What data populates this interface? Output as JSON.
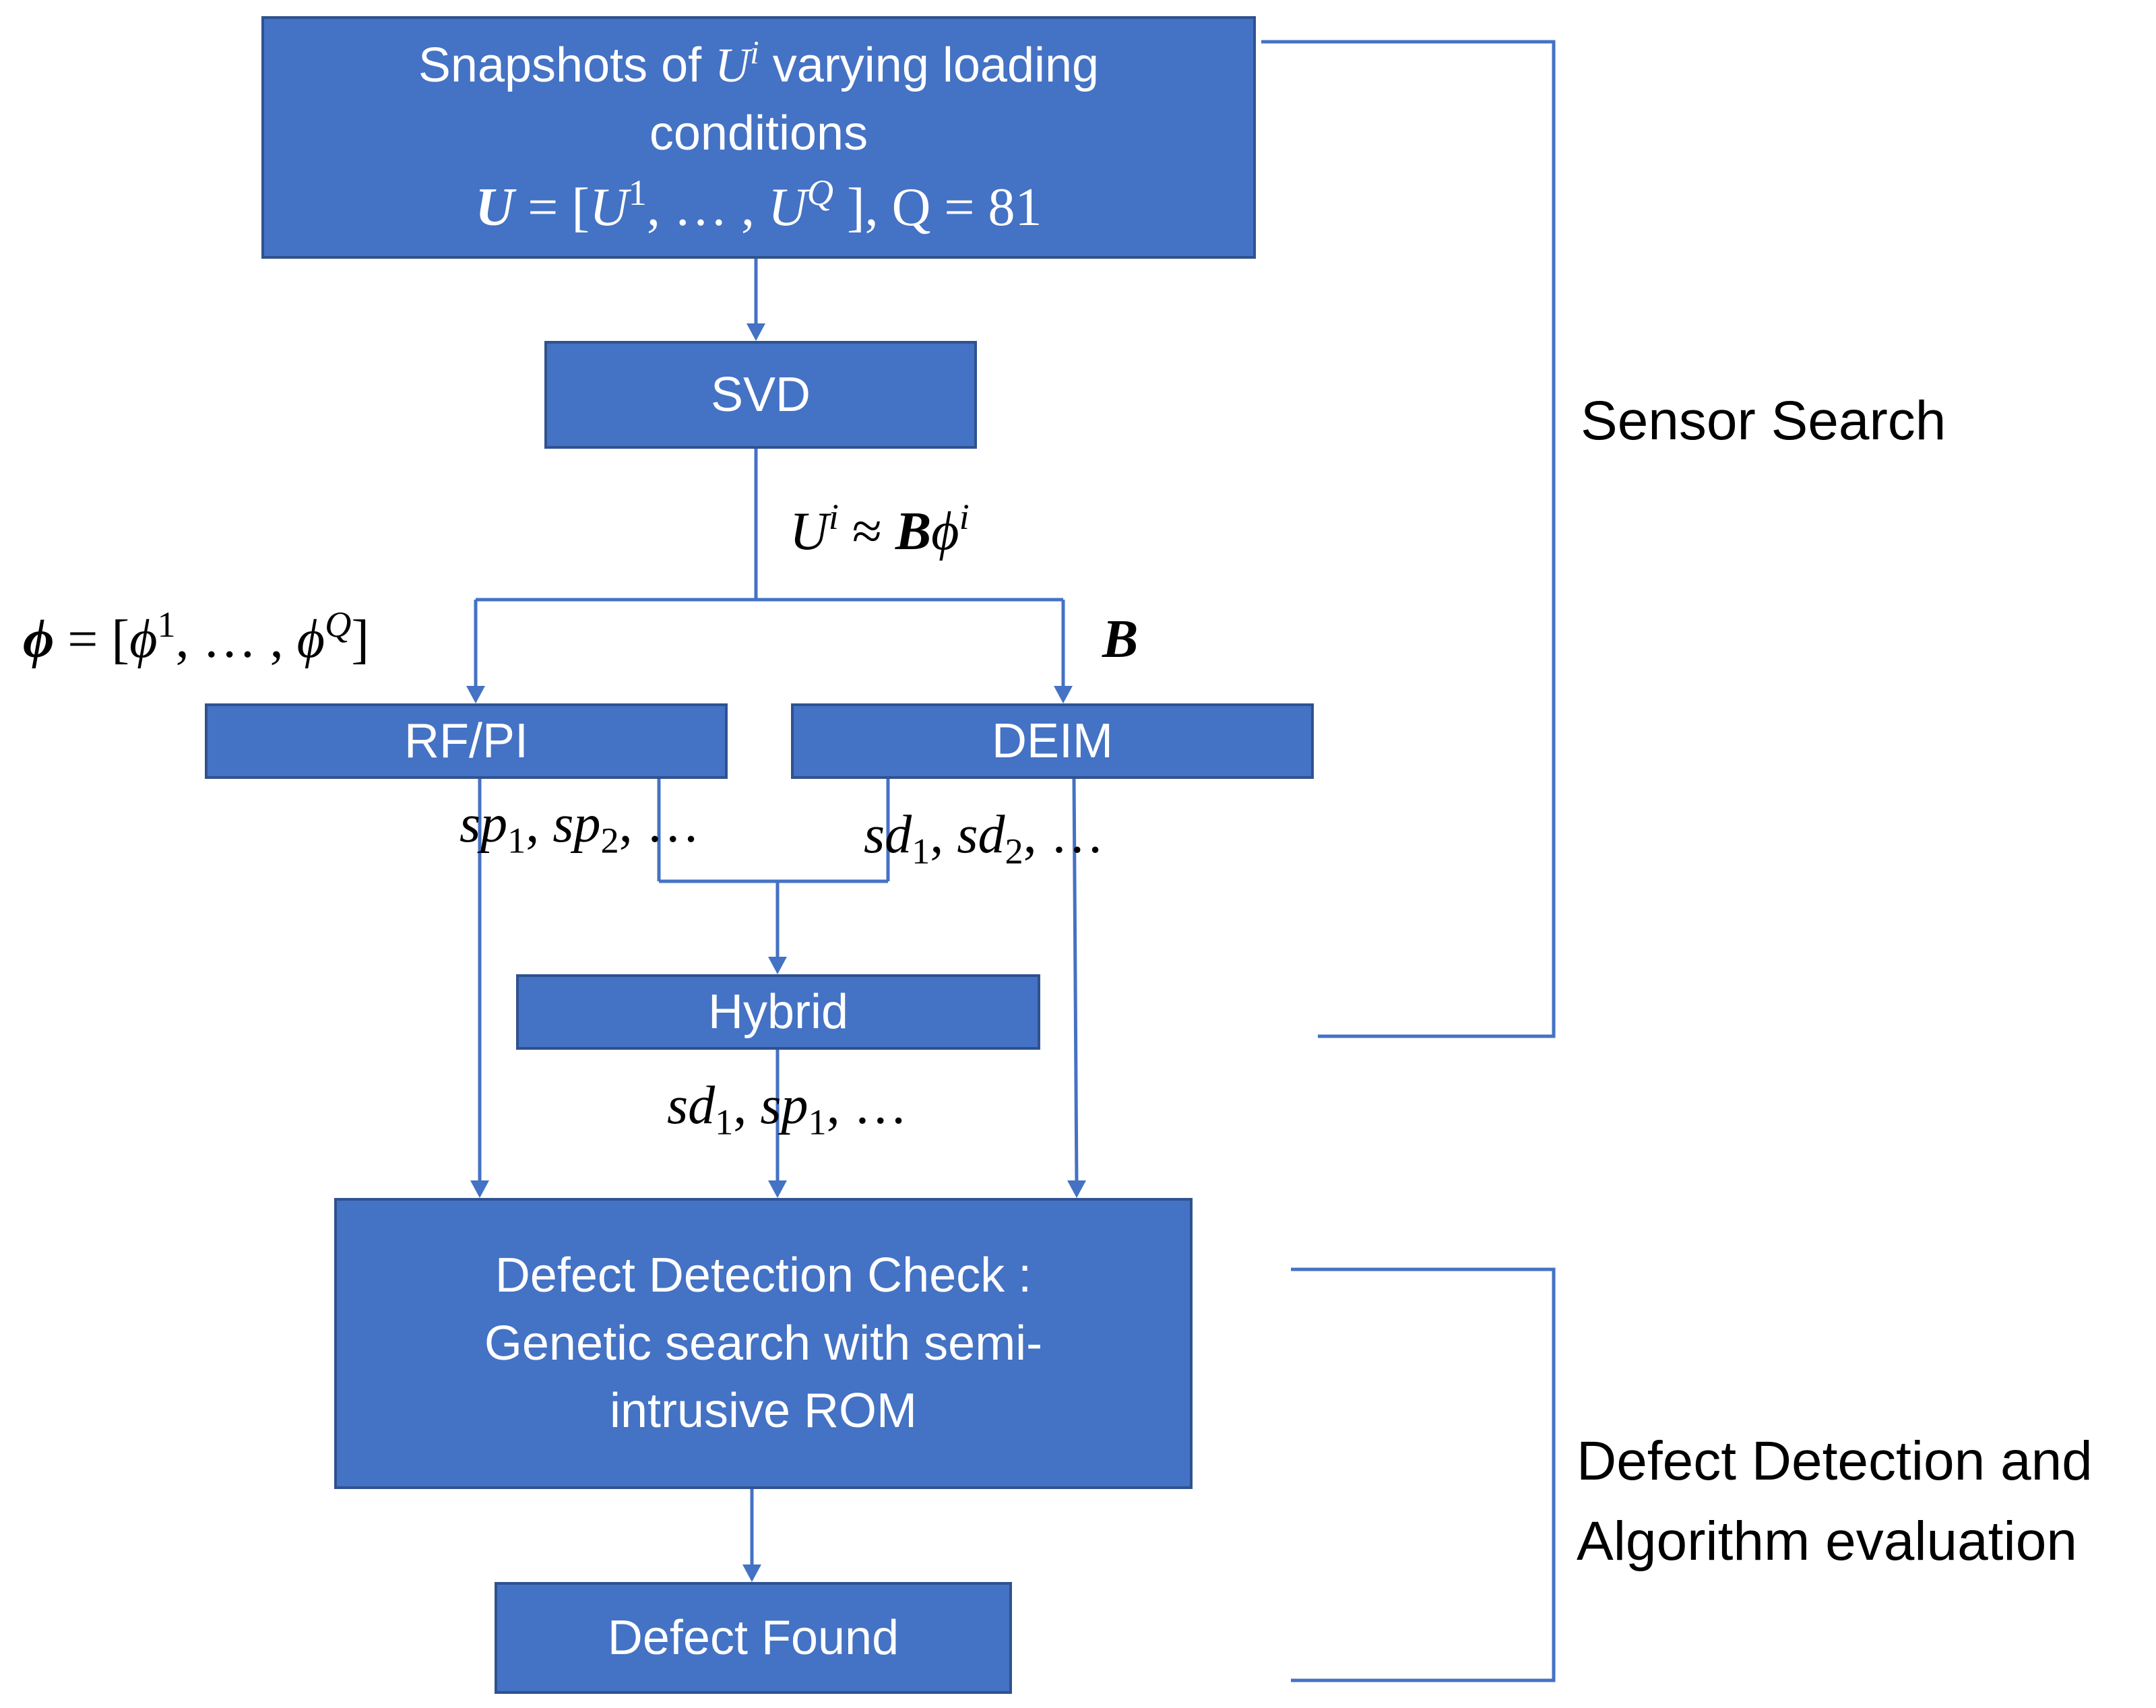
{
  "nodes": {
    "snapshots": {
      "line1_pre": "Snapshots of ",
      "line1_var": "U",
      "line1_sup": "i",
      "line1_post": " varying loading",
      "line2": "conditions",
      "line3_lhs": "U",
      "line3_eq": " = [",
      "line3_u1": "U",
      "line3_u1_sup": "1",
      "line3_mid": ", … , ",
      "line3_uq": "U",
      "line3_uq_sup": "Q",
      "line3_post": " ], Q = 81"
    },
    "svd": {
      "label": "SVD"
    },
    "rfpi": {
      "label": "RF/PI"
    },
    "deim": {
      "label": "DEIM"
    },
    "hybrid": {
      "label": "Hybrid"
    },
    "check": {
      "line1": "Defect Detection Check :",
      "line2": "Genetic search with semi-",
      "line3": "intrusive ROM"
    },
    "found": {
      "label": "Defect Found"
    }
  },
  "edge_labels": {
    "svd_out": {
      "u": "U",
      "u_sup": "i",
      "approx": " ≈ ",
      "b": "B",
      "phi": "ϕ",
      "phi_sup": "i"
    },
    "phi_set": {
      "phi": "ϕ",
      "eq": " = [",
      "phi1": "ϕ",
      "phi1_sup": "1",
      "mid": ", … , ",
      "phiq": "ϕ",
      "phiq_sup": "Q",
      "close": "]"
    },
    "b_label": "B",
    "rfpi_out": {
      "a": "sp",
      "a_sub": "1",
      "sep": ", ",
      "b": "sp",
      "b_sub": "2",
      "tail": ", …"
    },
    "deim_out": {
      "a": "sd",
      "a_sub": "1",
      "sep": ", ",
      "b": "sd",
      "b_sub": "2",
      "tail": ", …"
    },
    "hybrid_out": {
      "a": "sd",
      "a_sub": "1",
      "sep": ", ",
      "b": "sp",
      "b_sub": "1",
      "tail": ", …"
    }
  },
  "groups": {
    "sensor_search": "Sensor Search",
    "defect_eval_line1": "Defect Detection and",
    "defect_eval_line2": "Algorithm evaluation"
  },
  "colors": {
    "box_fill": "#4472C4",
    "box_border": "#2F528F",
    "connector": "#4472C4"
  }
}
